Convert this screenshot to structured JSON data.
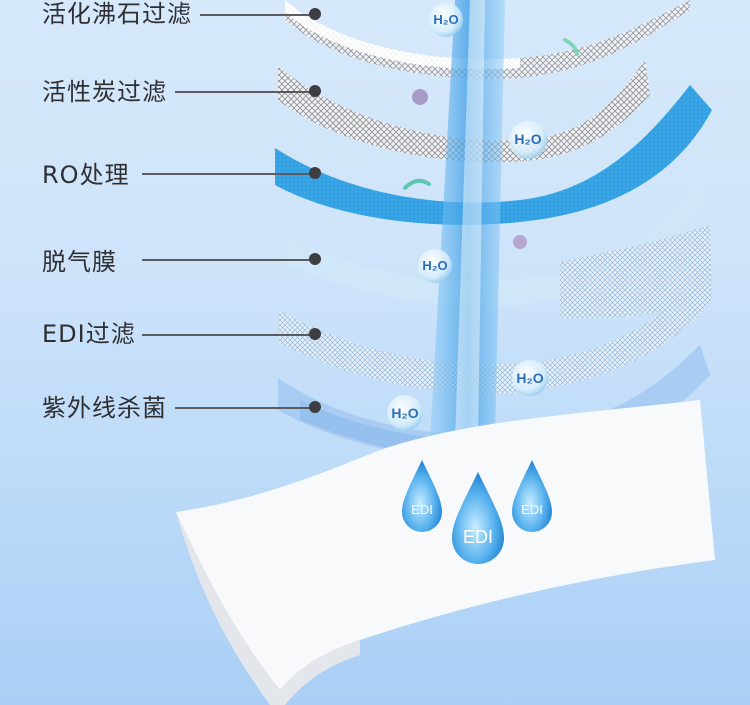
{
  "layers": [
    {
      "label": "活化沸石过滤"
    },
    {
      "label": "活性炭过滤"
    },
    {
      "label": "RO处理"
    },
    {
      "label": "脱气膜"
    },
    {
      "label": "EDI过滤"
    },
    {
      "label": "紫外线杀菌"
    }
  ],
  "h2o_badges": [
    "H₂O",
    "H₂O",
    "H₂O",
    "H₂O",
    "H₂O"
  ],
  "drops": [
    "EDI",
    "EDI",
    "EDI"
  ],
  "colors": {
    "ro_layer": "#37a6e8",
    "water_stream": "#6fb9f0",
    "sheet": "#f7f8fa",
    "label_text": "#2f2f33"
  }
}
